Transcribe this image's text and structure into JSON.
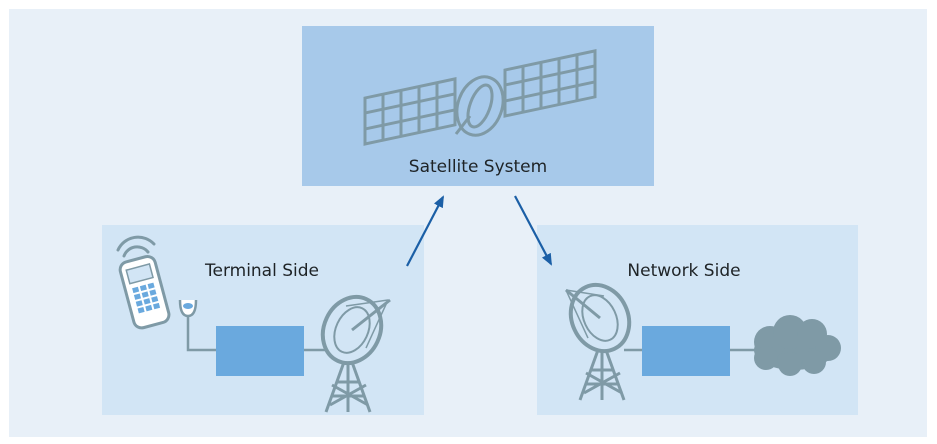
{
  "diagram": {
    "satellite_box": {
      "label": "Satellite System"
    },
    "terminal_box": {
      "label": "Terminal Side"
    },
    "network_box": {
      "label": "Network Side"
    }
  },
  "colors": {
    "background": "#e8f0f8",
    "satellite_panel": "#a7c9ea",
    "side_panel": "#d2e5f5",
    "icon_gray": "#7f9aa6",
    "device_blue": "#6aa9de",
    "arrow_blue": "#1b5fa6"
  }
}
